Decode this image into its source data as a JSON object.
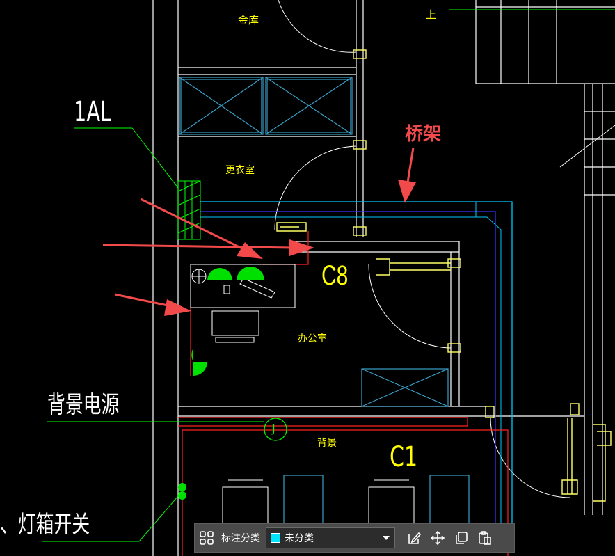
{
  "drawing": {
    "rooms": {
      "vault": "金库",
      "locker_room": "更衣室",
      "office": "办公室",
      "backdrop": "背景",
      "up_mark": "上"
    },
    "tags": {
      "c8": "C8",
      "c1": "C1",
      "junction": "J"
    },
    "annotations": {
      "panel": "1AL",
      "backdrop_power": "背景电源",
      "lightbox_switch": "、灯箱开关",
      "cable_tray": "桥架"
    }
  },
  "toolbar": {
    "category_label": "标注分类",
    "category_value": "未分类",
    "category_color": "#00e5ff"
  },
  "colors": {
    "wall": "#ffffff",
    "door": "#ffff66",
    "tray": "#00c8ff",
    "tray_inner": "#3333ff",
    "annotation": "#00ff00",
    "wire": "#ff2020",
    "arrow": "#f24a4a",
    "text": "#ffff00"
  }
}
